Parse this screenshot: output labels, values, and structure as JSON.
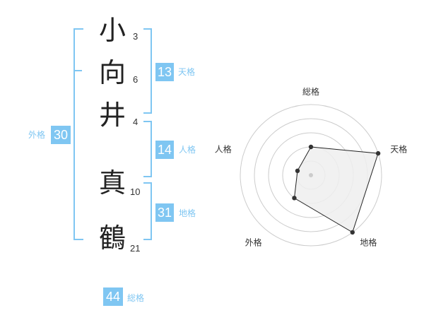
{
  "name": {
    "characters": [
      {
        "char": "小",
        "strokes": "3"
      },
      {
        "char": "向",
        "strokes": "6"
      },
      {
        "char": "井",
        "strokes": "4"
      },
      {
        "char": "真",
        "strokes": "10"
      },
      {
        "char": "鶴",
        "strokes": "21"
      }
    ]
  },
  "fortunes": {
    "tenkaku": {
      "value": "13",
      "label": "天格"
    },
    "jinkaku": {
      "value": "14",
      "label": "人格"
    },
    "chikaku": {
      "value": "31",
      "label": "地格"
    },
    "gaikaku": {
      "value": "30",
      "label": "外格"
    },
    "soukaku": {
      "value": "44",
      "label": "総格"
    }
  },
  "colors": {
    "accent": "#7fc6f2",
    "polygon_fill": "#eeeeee",
    "polygon_stroke": "#222222",
    "ring": "#cccccc"
  },
  "chart_data": {
    "type": "radar",
    "axes": [
      "総格",
      "天格",
      "地格",
      "外格",
      "人格"
    ],
    "values": [
      2,
      5,
      5,
      2,
      1
    ],
    "range": [
      0,
      5
    ],
    "rings": 5
  }
}
